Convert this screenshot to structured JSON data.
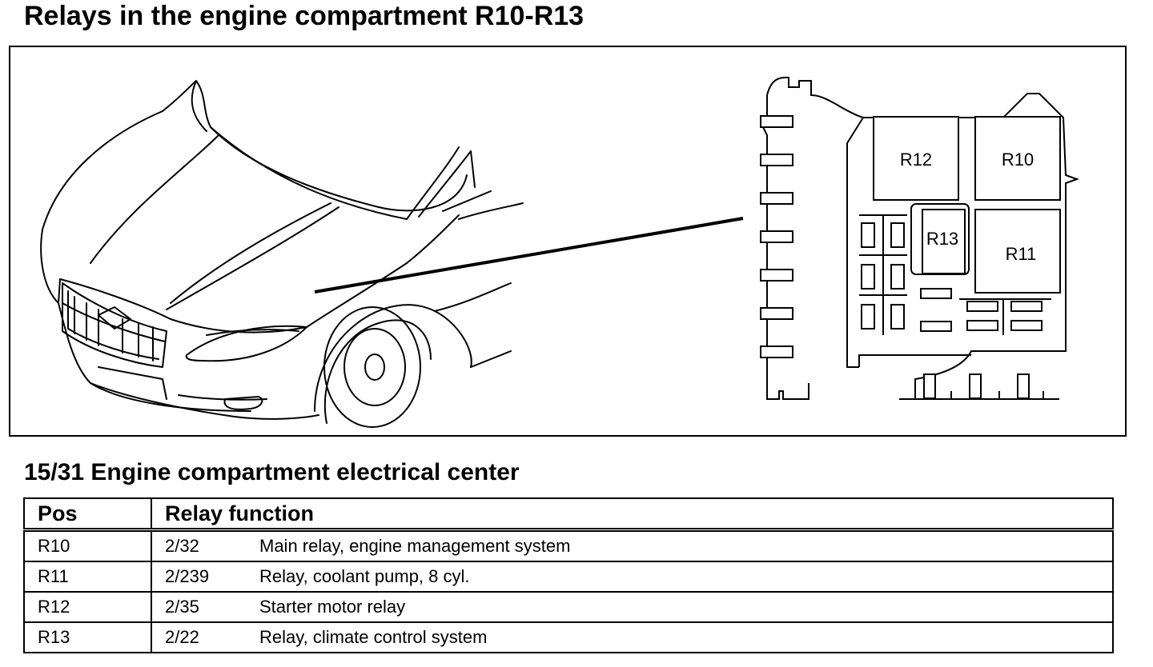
{
  "title": "Relays in the engine compartment R10-R13",
  "diagram": {
    "relay_labels": [
      "R12",
      "R10",
      "R13",
      "R11"
    ]
  },
  "table": {
    "title": "15/31 Engine compartment electrical center",
    "headers": {
      "pos": "Pos",
      "function": "Relay function"
    },
    "rows": [
      {
        "pos": "R10",
        "code": "2/32",
        "desc": "Main relay, engine management system"
      },
      {
        "pos": "R11",
        "code": "2/239",
        "desc": "Relay, coolant pump, 8 cyl."
      },
      {
        "pos": "R12",
        "code": "2/35",
        "desc": "Starter motor relay"
      },
      {
        "pos": "R13",
        "code": "2/22",
        "desc": "Relay, climate control system"
      }
    ]
  }
}
